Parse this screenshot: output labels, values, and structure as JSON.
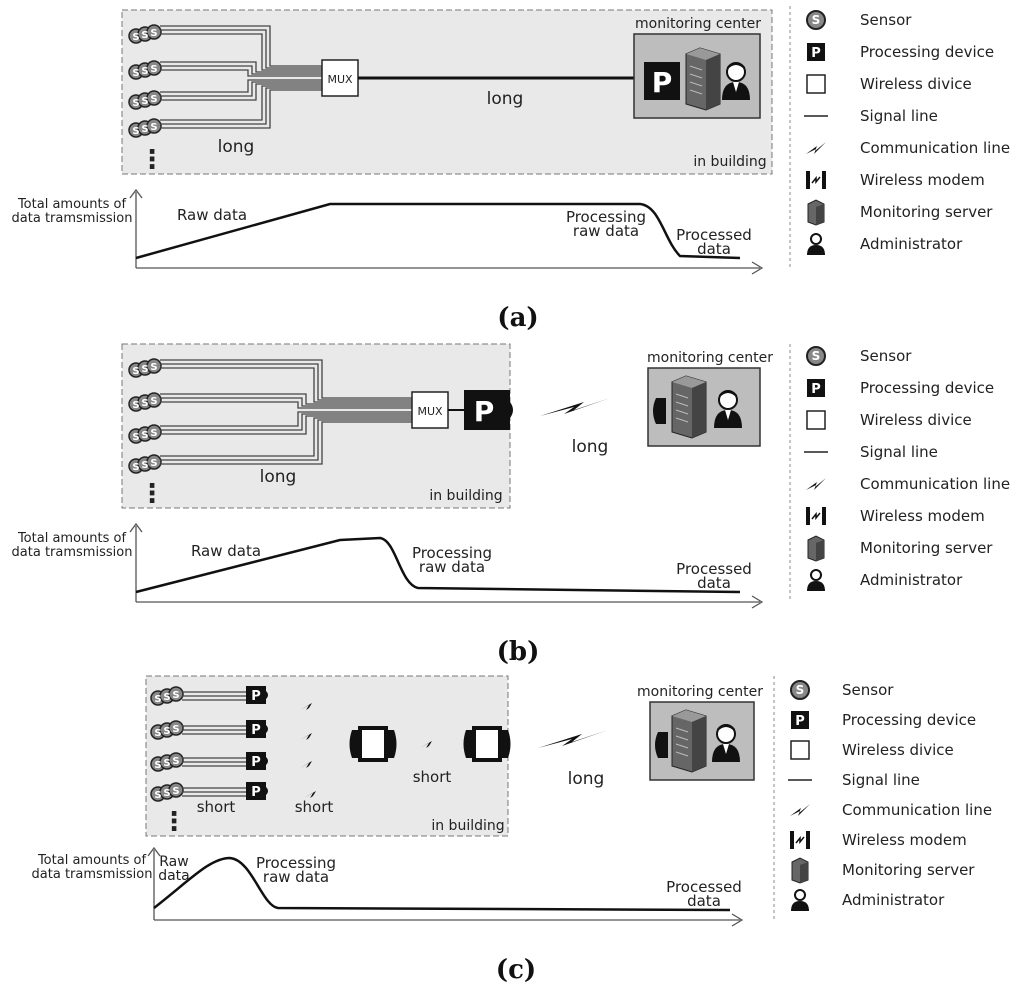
{
  "panels": [
    {
      "id": "a",
      "caption": "(a)",
      "labels": {
        "monitoring_center": "monitoring center",
        "in_building": "in building",
        "mux": "MUX",
        "long_sensor": "long",
        "long_link": "long",
        "processing_letter": "P"
      },
      "graph": {
        "ylabel_line1": "Total amounts of",
        "ylabel_line2": "data tramsmission",
        "phase_labels": [
          "Raw data",
          "Processing",
          "raw data",
          "Processed",
          "data"
        ]
      }
    },
    {
      "id": "b",
      "caption": "(b)",
      "labels": {
        "monitoring_center": "monitoring center",
        "in_building": "in building",
        "mux": "MUX",
        "long_sensor": "long",
        "long_link": "long",
        "processing_letter": "P"
      },
      "graph": {
        "ylabel_line1": "Total amounts of",
        "ylabel_line2": "data tramsmission",
        "phase_labels": [
          "Raw data",
          "Processing",
          "raw data",
          "Processed",
          "data"
        ]
      }
    },
    {
      "id": "c",
      "caption": "(c)",
      "labels": {
        "monitoring_center": "monitoring center",
        "in_building": "in building",
        "short1": "short",
        "short2": "short",
        "short3": "short",
        "long_link": "long",
        "processing_letter": "P"
      },
      "graph": {
        "ylabel_line1": "Total amounts of",
        "ylabel_line2": "data tramsmission",
        "phase_labels": [
          "Raw",
          "data",
          "Processing",
          "raw data",
          "Processed",
          "data"
        ]
      }
    }
  ],
  "legend": {
    "items": [
      {
        "icon": "sensor-icon",
        "label": "Sensor"
      },
      {
        "icon": "processing-device-icon",
        "label": "Processing device"
      },
      {
        "icon": "wireless-device-icon",
        "label": "Wireless divice"
      },
      {
        "icon": "signal-line-icon",
        "label": "Signal line"
      },
      {
        "icon": "communication-line-icon",
        "label": "Communication line"
      },
      {
        "icon": "wireless-modem-icon",
        "label": "Wireless modem"
      },
      {
        "icon": "monitoring-server-icon",
        "label": "Monitoring server"
      },
      {
        "icon": "administrator-icon",
        "label": "Administrator"
      }
    ]
  },
  "colors": {
    "building_fill": "#e9e9e9",
    "center_fill": "#bdbdbd",
    "line": "#333333"
  }
}
